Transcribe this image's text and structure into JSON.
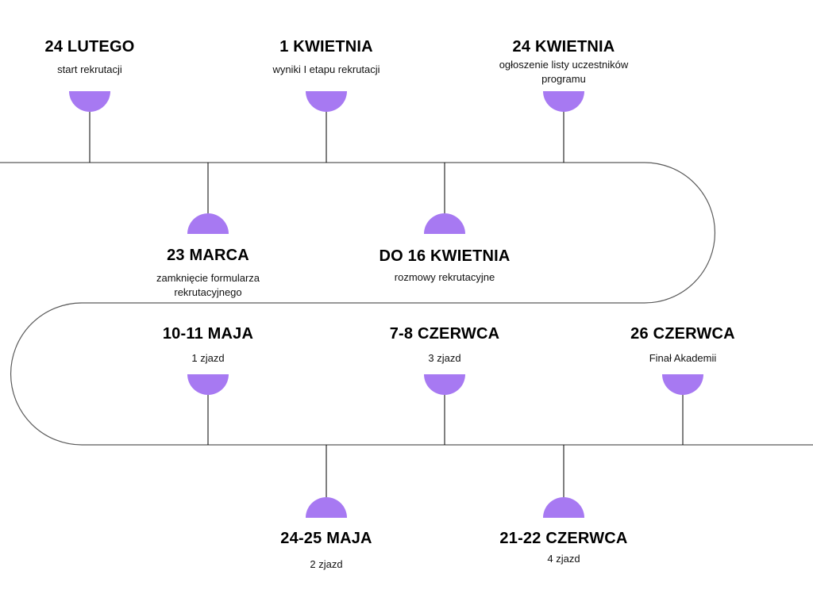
{
  "colors": {
    "marker": "#a779f2",
    "line": "#000000",
    "curve": "#6f6f6f"
  },
  "events": [
    {
      "date": "24 LUTEGO",
      "description": "start rekrutacji"
    },
    {
      "date": "23 MARCA",
      "description": "zamknięcie formularza rekrutacyjnego"
    },
    {
      "date": "1 KWIETNIA",
      "description": "wyniki I etapu rekrutacji"
    },
    {
      "date": "DO 16 KWIETNIA",
      "description": "rozmowy rekrutacyjne"
    },
    {
      "date": "24 KWIETNIA",
      "description": "ogłoszenie listy uczestników programu"
    },
    {
      "date": "10-11 MAJA",
      "description": "1 zjazd"
    },
    {
      "date": "24-25 MAJA",
      "description": "2 zjazd"
    },
    {
      "date": "7-8 CZERWCA",
      "description": "3 zjazd"
    },
    {
      "date": "21-22 CZERWCA",
      "description": "4 zjazd"
    },
    {
      "date": "26 CZERWCA",
      "description": "Finał Akademii"
    }
  ]
}
